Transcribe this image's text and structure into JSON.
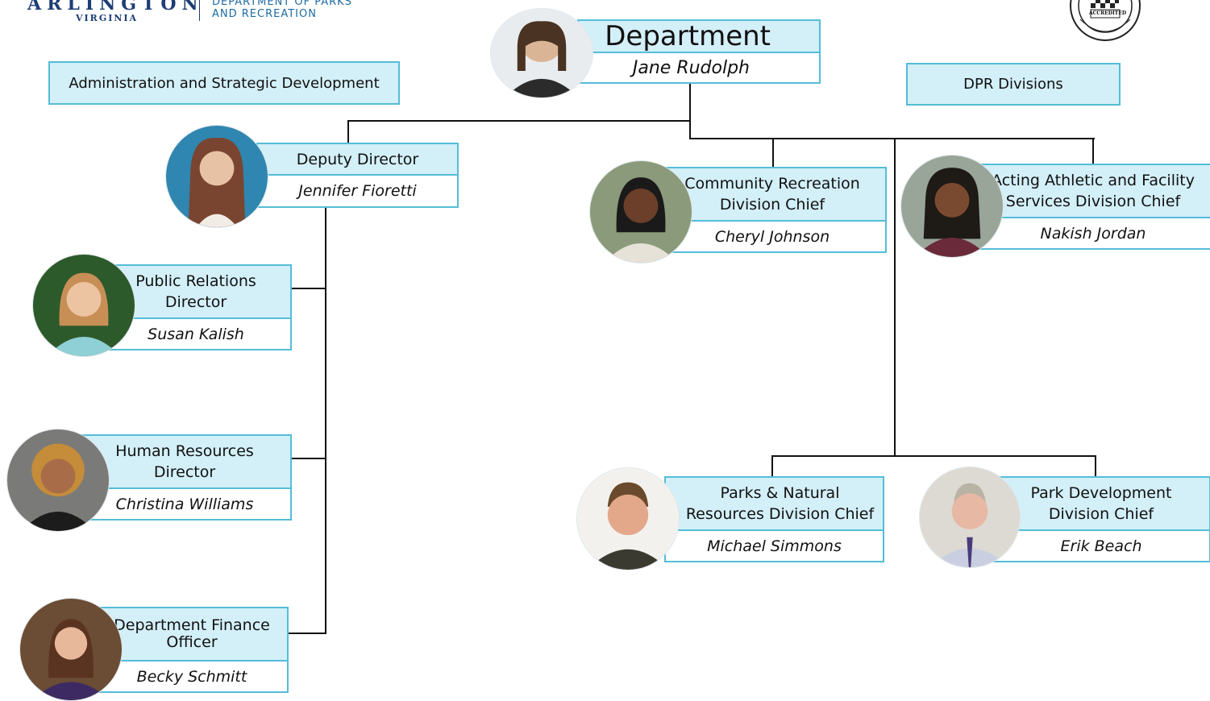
{
  "header": {
    "logo_main": "ARLINGTON",
    "logo_sub": "VIRGINIA",
    "dept_line1": "DEPARTMENT OF PARKS",
    "dept_line2": "AND RECREATION",
    "badge_text": "ACCREDITED"
  },
  "department": {
    "title": "Department",
    "name": "Jane Rudolph"
  },
  "sections": {
    "left": "Administration and Strategic Development",
    "right": "DPR Divisions"
  },
  "people": {
    "deputy": {
      "title": "Deputy Director",
      "name": "Jennifer Fioretti"
    },
    "pr": {
      "title_line1": "Public Relations",
      "title_line2": "Director",
      "name": "Susan Kalish"
    },
    "hr": {
      "title_line1": "Human Resources",
      "title_line2": "Director",
      "name": "Christina Williams"
    },
    "finance": {
      "title_line1": "Department Finance",
      "title_line2": "Officer",
      "name": "Becky Schmitt"
    },
    "community": {
      "title_line1": "Community Recreation",
      "title_line2": "Division Chief",
      "name": "Cheryl Johnson"
    },
    "athletic": {
      "title_line1": "Acting Athletic and Facility",
      "title_line2": "Services Division Chief",
      "name": "Nakish Jordan"
    },
    "parks": {
      "title_line1": "Parks & Natural",
      "title_line2": "Resources Division Chief",
      "name": "Michael Simmons"
    },
    "development": {
      "title_line1": "Park Development",
      "title_line2": "Division Chief",
      "name": "Erik Beach"
    }
  },
  "colors": {
    "box_fill": "#d3eff8",
    "box_border": "#54bdd8",
    "connector": "#111111",
    "logo_navy": "#1d3e74"
  }
}
